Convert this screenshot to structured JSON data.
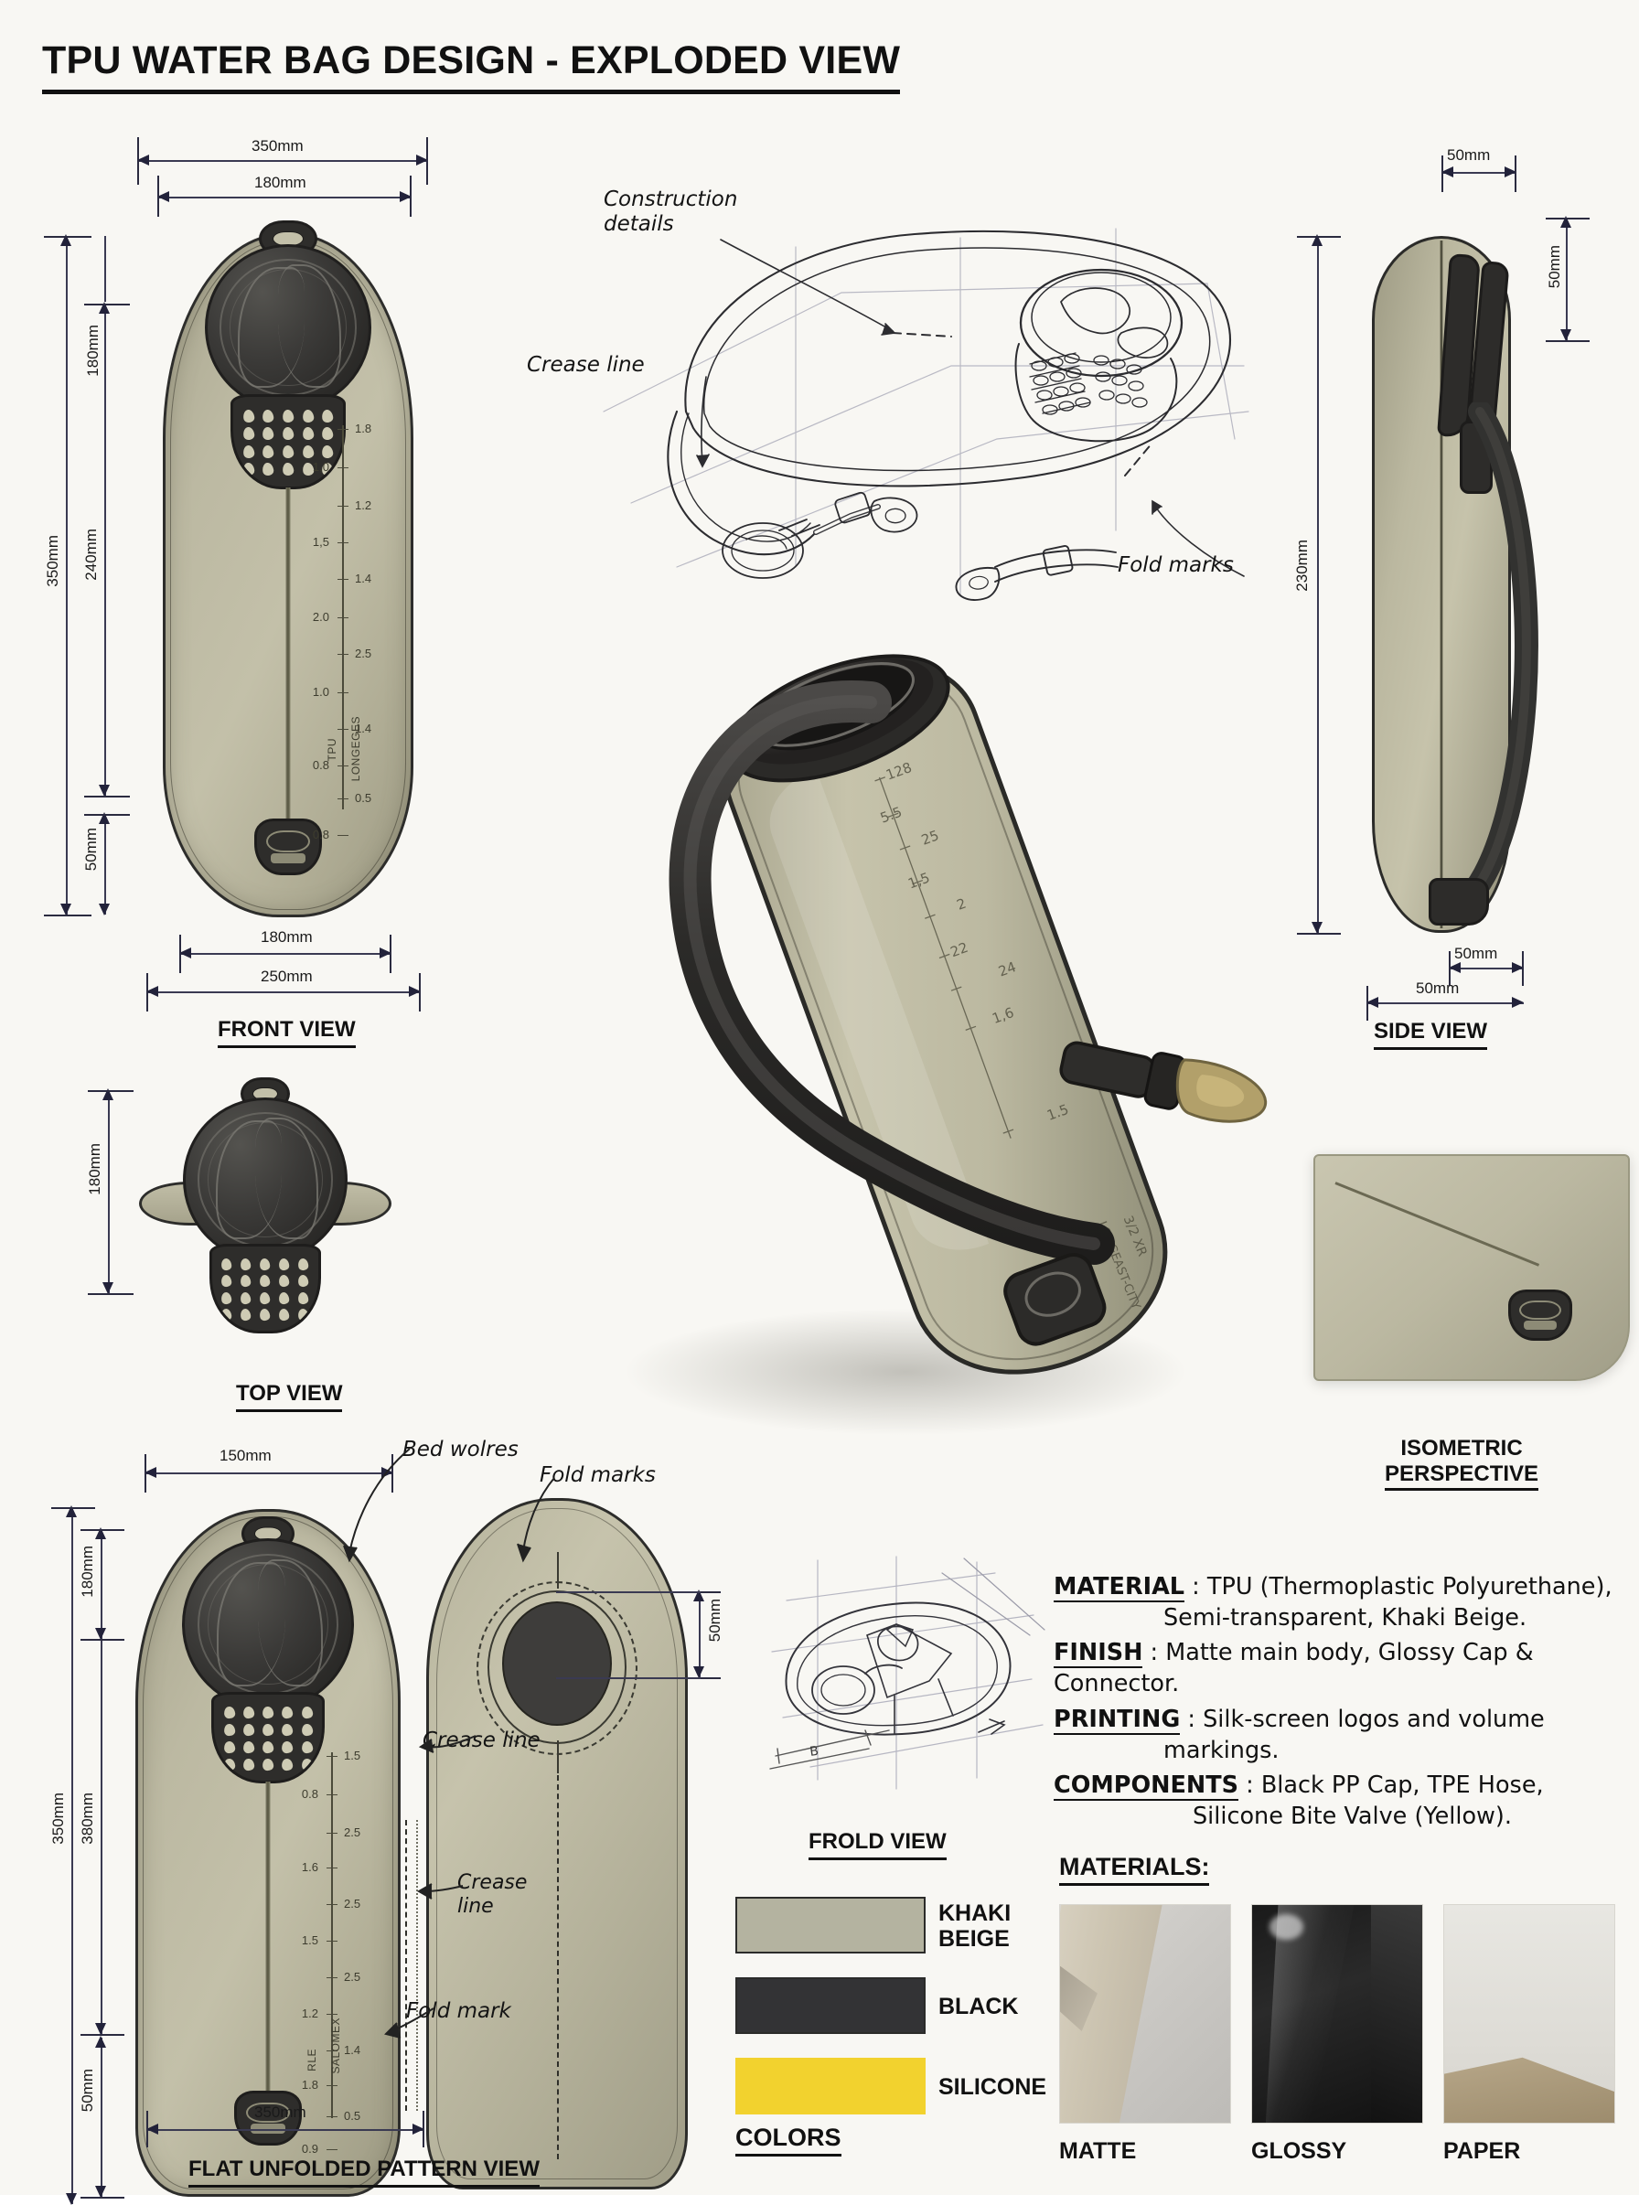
{
  "sheet": {
    "title": "TPU WATER BAG DESIGN - EXPLODED VIEW"
  },
  "front_view": {
    "label": "FRONT VIEW",
    "dims": {
      "top_outer": "350mm",
      "top_inner": "180mm",
      "left_outer": "350mm",
      "left_inner": "240mm",
      "left_bottom": "50mm",
      "right_top": "180mm",
      "bottom_inner": "180mm",
      "bottom_outer": "250mm"
    },
    "scale_left": [
      "1,0",
      "1,5",
      "2.0",
      "1.0",
      "0.8",
      "0.8"
    ],
    "scale_right": [
      "1.8",
      "1.2",
      "1.4",
      "2.5",
      "1.4",
      "0.5"
    ],
    "brand_left": "TPU",
    "brand_right": "LONGEGES"
  },
  "top_view": {
    "label": "TOP VIEW",
    "dims": {
      "left": "180mm"
    }
  },
  "side_view": {
    "label": "SIDE VIEW",
    "dims": {
      "top": "50mm",
      "right": "50mm",
      "left": "230mm",
      "bottom_inner": "50mm",
      "bottom_outer": "50mm"
    }
  },
  "construction_sketch": {
    "annotations": [
      {
        "text": "Construction\ndetails",
        "line1": "Construction",
        "line2": "details"
      },
      {
        "text": "Crease line",
        "line1": "Crease line"
      },
      {
        "text": "Fold marks",
        "line1": "Fold marks"
      }
    ]
  },
  "isometric": {
    "label_line1": "ISOMETRIC",
    "label_line2": "PERSPECTIVE",
    "scale_marks": [
      "128",
      "5.5",
      "25",
      "1,5",
      "2",
      "22",
      "24",
      "1,6",
      "1.5"
    ],
    "brand": "LONGEAST-CITY",
    "brand2": "3/2 XR"
  },
  "frold_view": {
    "label": "FROLD VIEW"
  },
  "flat_pattern": {
    "label": "FLAT UNFOLDED PATTERN VIEW",
    "dims": {
      "top_width": "150mm",
      "left_outer": "350mm",
      "left_mid": "380mm",
      "left_inner_top": "180mm",
      "left_bottom": "50mm",
      "right_hole": "50mm",
      "bottom": "350mm"
    },
    "annotations": {
      "bed_wolres": "Bed wolres",
      "fold_marks": "Fold marks",
      "crease_line_1": "Crease line",
      "crease_line_2a": "Crease",
      "crease_line_2b": "line",
      "fold_mark": "Fold mark"
    },
    "scale_left": [
      "0.8",
      "1.6",
      "1.5",
      "1.2",
      "1.8",
      "0.9"
    ],
    "scale_right": [
      "1.5",
      "2.5",
      "2.5",
      "2.5",
      "1.4",
      "0.5"
    ],
    "brand_left": "RLE",
    "brand_right": "SALOMEX"
  },
  "specs": [
    {
      "key": "MATERIAL",
      "sep": " : ",
      "value": "TPU (Thermoplastic Polyurethane),",
      "cont": "Semi-transparent, Khaki Beige."
    },
    {
      "key": "FINISH",
      "sep": " : ",
      "value": "Matte main body, Glossy Cap & Connector.",
      "cont": ""
    },
    {
      "key": "PRINTING",
      "sep": " : ",
      "value": "Silk-screen logos and volume",
      "cont": "markings."
    },
    {
      "key": "COMPONENTS",
      "sep": " : ",
      "value": "Black PP Cap, TPE Hose,",
      "cont": "Silicone Bite Valve (Yellow)."
    }
  ],
  "colors": {
    "heading": "COLORS",
    "items": [
      {
        "name_line1": "KHAKI",
        "name_line2": "BEIGE",
        "hex": "#b4b3a0"
      },
      {
        "name_line1": "BLACK",
        "name_line2": "",
        "hex": "#333335"
      },
      {
        "name_line1": "SILICONE",
        "name_line2": "",
        "hex": "#f2d22e"
      }
    ]
  },
  "materials": {
    "heading": "MATERIALS:",
    "items": [
      {
        "label": "MATTE"
      },
      {
        "label": "GLOSSY"
      },
      {
        "label": "PAPER"
      }
    ]
  }
}
